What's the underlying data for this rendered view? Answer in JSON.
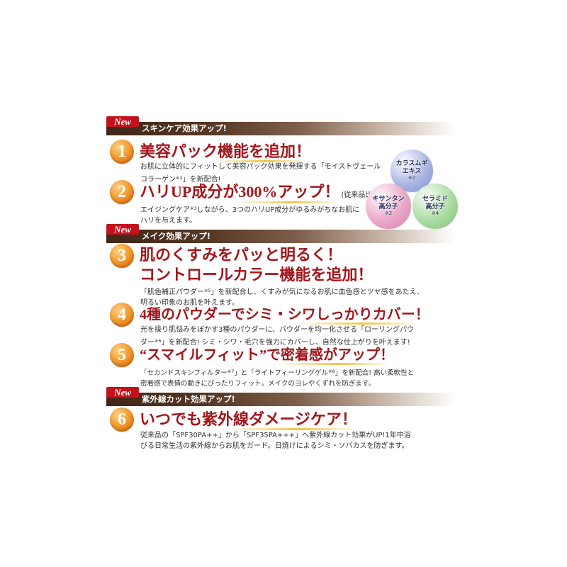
{
  "sections": [
    {
      "badge": "New",
      "heading": "スキンケア効果アップ!"
    },
    {
      "badge": "New",
      "heading": "メイク効果アップ!"
    },
    {
      "badge": "New",
      "heading": "紫外線カット効果アップ!"
    }
  ],
  "items": [
    {
      "number": "1",
      "title": "美容パック機能を追加！",
      "desc": [
        [
          "お肌に立体的にフィットして美容パック効果を発揮する「モイストヴェール"
        ],
        [
          "コラーゲン",
          "※2",
          "」を新配合!"
        ]
      ]
    },
    {
      "number": "2",
      "title": "ハリUP成分が300%アップ！",
      "title_note": "(従来品比)",
      "desc": [
        [
          "エイジングケア",
          "※3",
          "しながら、3つのハリUP成分がゆるみがちなお肌に"
        ],
        [
          "ハリを与えます。"
        ]
      ]
    },
    {
      "number": "3",
      "title": "肌のくすみをパッと明るく！",
      "title_line2": "コントロールカラー機能を追加！",
      "desc": [
        [
          "「肌色補正パウダー",
          "※5",
          "」を新配合し、くすみが気になるお肌に血色感とツヤ感をあたえ、"
        ],
        [
          "明るい印象のお肌を叶えます。"
        ]
      ]
    },
    {
      "number": "4",
      "title": "4種のパウダーでシミ・シワしっかりカバー！",
      "desc": [
        [
          "光を操り肌悩みをぼかす3種のパウダーに、パウダーを均一化させる「ローリングパウ"
        ],
        [
          "ダー",
          "※6",
          "」を新配合! シミ・シワ・毛穴を強力にカバーし、自然な仕上がりを叶えます!"
        ]
      ]
    },
    {
      "number": "5",
      "title": "“スマイルフィット”で密着感がアップ！",
      "desc": [
        [
          "「セカンドスキンフィルター",
          "※7",
          "」と「ライトフィーリングゲル",
          "※8",
          "」を新配合! 高い柔軟性と"
        ],
        [
          "密着感で表情の動きにぴったりフィット。メイクのヨレやくずれを防ぎます。"
        ]
      ]
    },
    {
      "number": "6",
      "title": "いつでも紫外線ダメージケア！",
      "desc": [
        [
          "従来品の「SPF30PA++」から「SPF35PA+++」へ紫外線カット効果がUP!1年中浴"
        ],
        [
          "びる日常生活の紫外線からお肌をガード。日焼けによるシミ・ソバカスを防ぎます。"
        ]
      ]
    }
  ],
  "ingredients": [
    {
      "line1": "カラスムギ",
      "line2": "エキス",
      "note": "※2",
      "color": "#abb5e4"
    },
    {
      "line1": "キサンタン",
      "line2": "高分子",
      "note": "※2",
      "color": "#eaa8c8"
    },
    {
      "line1": "セラミド",
      "line2": "高分子",
      "note": "※4",
      "color": "#abdca2"
    }
  ],
  "colors": {
    "title": "#a3161b",
    "badge": "#c4121d",
    "header_bar": "#3f2617",
    "number_circle": "#f5a53a",
    "highlight_underline": "#f2c23a",
    "body_text": "#333333"
  }
}
